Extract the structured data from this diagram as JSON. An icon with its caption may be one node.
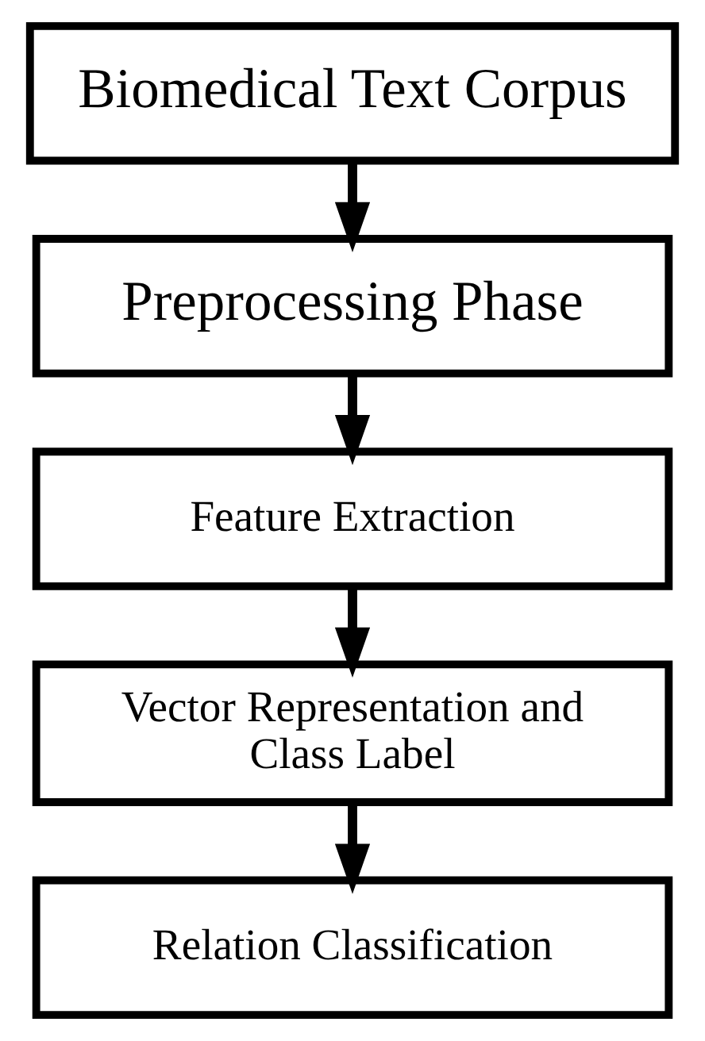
{
  "diagram": {
    "nodes": [
      {
        "text": [
          "Biomedical Text Corpus"
        ]
      },
      {
        "text": [
          "Preprocessing Phase"
        ]
      },
      {
        "text": [
          "Feature Extraction"
        ]
      },
      {
        "text": [
          "Vector Representation and Class Label"
        ]
      },
      {
        "text": [
          "Relation Classification"
        ]
      }
    ],
    "edges": [
      {
        "from": 0,
        "to": 1,
        "arrow": "to"
      },
      {
        "from": 1,
        "to": 2,
        "arrow": "to"
      },
      {
        "from": 2,
        "to": 3,
        "arrow": "to"
      },
      {
        "from": 3,
        "to": 4,
        "arrow": "to"
      }
    ]
  }
}
